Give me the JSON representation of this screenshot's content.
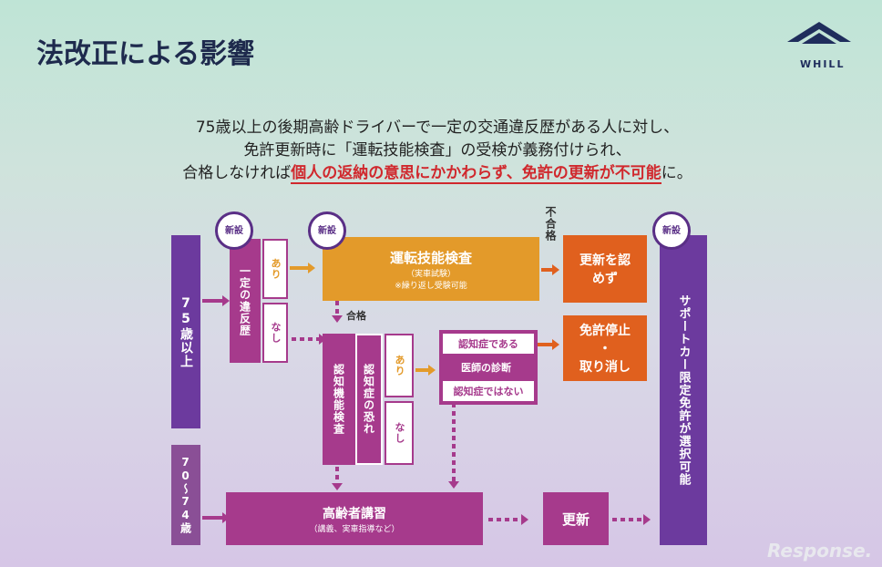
{
  "title": "法改正による影響",
  "logo_text": "WHILL",
  "lead": {
    "line1": "75歳以上の後期高齢ドライバーで一定の交通違反歴がある人に対し、",
    "line2": "免許更新時に「運転技能検査」の受検が義務付けられ、",
    "line3_pre": "合格しなければ",
    "line3_em": "個人の返納の意思にかかわらず、免許の更新が不可能",
    "line3_post": "に。"
  },
  "diagram": {
    "badge": "新設",
    "age75": "75歳以上",
    "age70": "70〜74歳",
    "violation": "一定の違反歴",
    "yes": "あり",
    "no": "なし",
    "skill_test": "運転技能検査",
    "skill_sub1": "（実車試験）",
    "skill_sub2": "※繰り返し受験可能",
    "fail": "不合格",
    "pass": "合格",
    "no_renew": "更新を認めず",
    "cog_test": "認知機能検査",
    "dementia_risk": "認知症の恐れ",
    "dementia_yes": "認知症である",
    "doctor": "医師の診断",
    "dementia_no": "認知症ではない",
    "suspend1": "免許停止",
    "suspend_dot": "・",
    "suspend2": "取り消し",
    "support": "サポートカー限定免許が選択可能",
    "lecture": "高齢者講習",
    "lecture_sub": "（講義、実車指導など）",
    "renew": "更新"
  },
  "watermark": "Response."
}
